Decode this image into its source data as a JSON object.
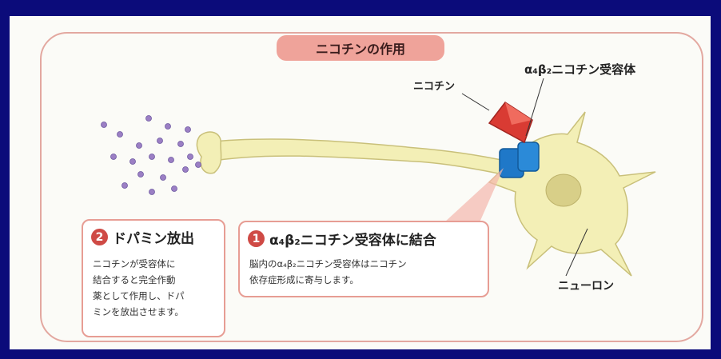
{
  "title": "ニコチンの作用",
  "labels": {
    "nicotine": "ニコチン",
    "receptor": "α₄β₂ニコチン受容体",
    "neuron": "ニューロン"
  },
  "step1": {
    "number": "1",
    "heading": "α₄β₂ニコチン受容体に結合",
    "text": "脳内のα₄β₂ニコチン受容体はニコチン\n依存症形成に寄与します。"
  },
  "step2": {
    "number": "2",
    "heading": "ドパミン放出",
    "text": "ニコチンが受容体に\n結合すると完全作動\n薬として作用し、ドパ\nミンを放出させます。"
  },
  "colors": {
    "neuron_fill": "#f3efb6",
    "nicotine": "#d93b33",
    "receptor": "#1f78c8",
    "dopamine": "#9b7fc4",
    "accent": "#e79d94"
  }
}
